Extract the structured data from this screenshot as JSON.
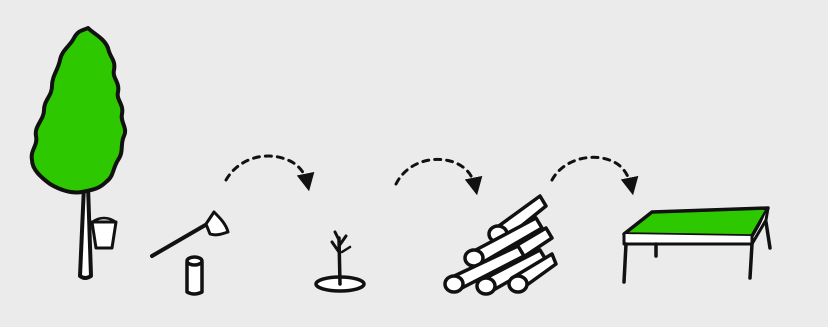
{
  "colors": {
    "background": "#ebebeb",
    "ink": "#111111",
    "foliage": "#2ec800",
    "table_top": "#2ec800"
  },
  "diagram": {
    "stages": [
      {
        "id": "tree-with-bucket",
        "icon": "tree-icon"
      },
      {
        "id": "axe-and-stump",
        "icon": "axe-icon"
      },
      {
        "id": "sapling",
        "icon": "sapling-icon"
      },
      {
        "id": "log-pile",
        "icon": "logs-icon"
      },
      {
        "id": "table",
        "icon": "table-icon"
      }
    ],
    "arrows": [
      {
        "from": "axe-and-stump",
        "to": "sapling",
        "style": "dashed-curved"
      },
      {
        "from": "sapling",
        "to": "log-pile",
        "style": "dashed-curved"
      },
      {
        "from": "log-pile",
        "to": "table",
        "style": "dashed-curved"
      }
    ]
  }
}
